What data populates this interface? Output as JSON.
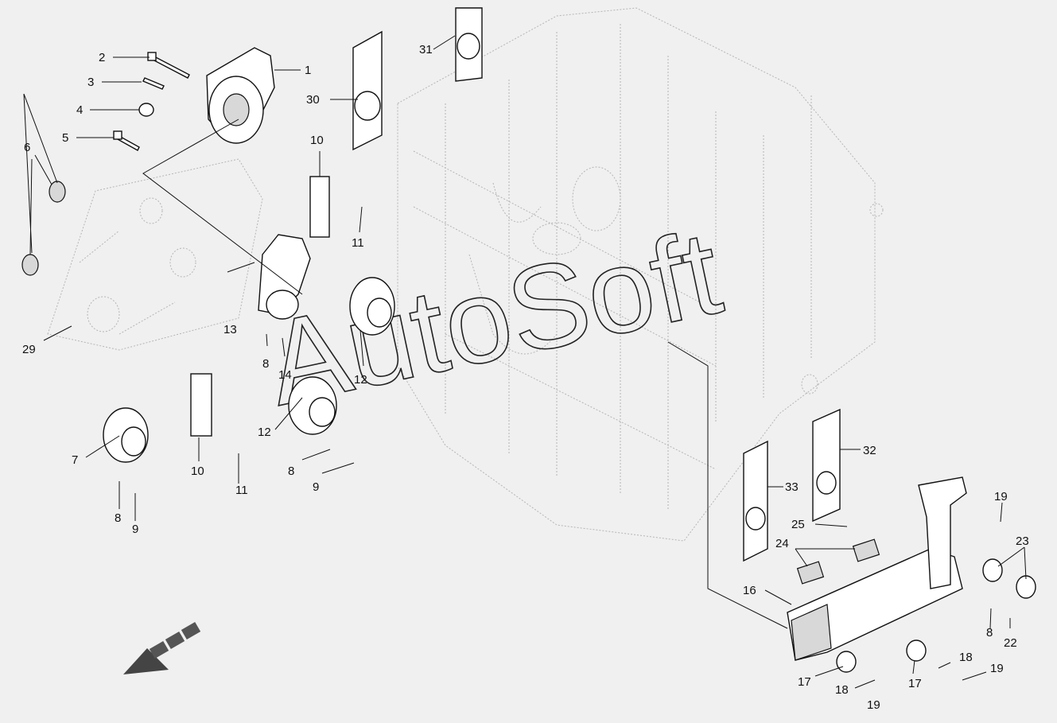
{
  "watermark": "AutoSoft",
  "labels": {
    "l1": "1",
    "l2": "2",
    "l3": "3",
    "l4": "4",
    "l5": "5",
    "l6": "6",
    "l7": "7",
    "l8a": "8",
    "l8b": "8",
    "l8c": "8",
    "l8d": "8",
    "l9a": "9",
    "l9b": "9",
    "l10a": "10",
    "l10b": "10",
    "l11a": "11",
    "l11b": "11",
    "l12a": "12",
    "l12b": "12",
    "l13": "13",
    "l14": "14",
    "l16": "16",
    "l17a": "17",
    "l17b": "17",
    "l18a": "18",
    "l18b": "18",
    "l19a": "19",
    "l19b": "19",
    "l19c": "19",
    "l22": "22",
    "l23": "23",
    "l24": "24",
    "l25": "25",
    "l29": "29",
    "l30": "30",
    "l31": "31",
    "l32": "32",
    "l33": "33"
  }
}
